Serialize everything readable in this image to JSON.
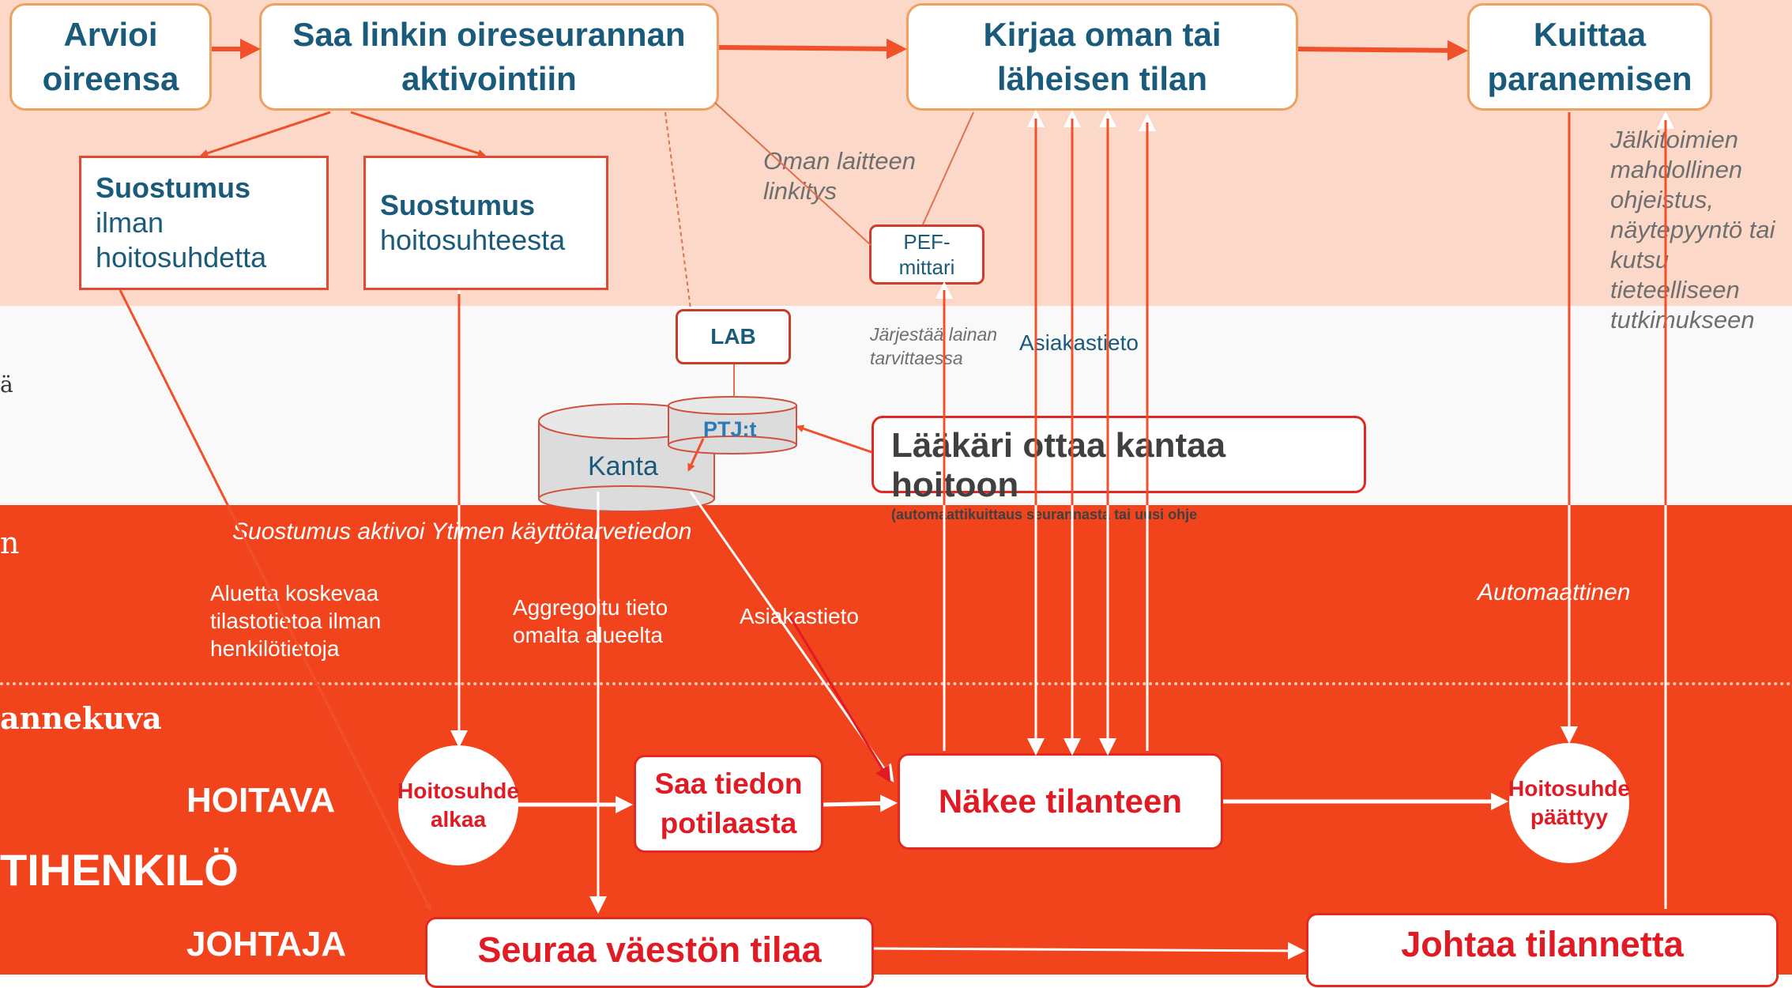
{
  "top": {
    "arvioi": "Arvioi\noireensa",
    "saa_linkin": "Saa linkin oireseurannan\naktivointiin",
    "kirjaa": "Kirjaa oman tai\nläheisen tilan",
    "kuittaa": "Kuittaa\nparanemisen"
  },
  "consent": {
    "ilman_title": "Suostumus",
    "ilman_body": "ilman\nhoitosuhdetta",
    "hoito_title": "Suostumus",
    "hoito_body": "hoitosuhteesta"
  },
  "labels": {
    "oman_laitteen": "Oman laitteen\nlinkitys",
    "pef": "PEF-\nmittari",
    "jalkitoimien": "Jälkitoimien\nmahdollinen\nohjeistus,\nnäytepyyntö tai\nkutsu\ntieteelliseen\ntutkimukseen",
    "lab": "LAB",
    "ptj": "PTJ:t",
    "kanta": "Kanta",
    "jarjestaa": "Järjestää lainan\ntarvittaessa",
    "asiakastieto_top": "Asiakastieto",
    "suostumus_aktivoi": "Suostumus aktivoi Ytimen käyttötarvetiedon",
    "alueetta": "Aluetta koskevaa\ntilastotietoa ilman\nhenkilötietoja",
    "aggregoitu": "Aggregoitu tieto\nomalta alueelta",
    "asiakastieto_low": "Asiakastieto",
    "automaattinen": "Automaattinen"
  },
  "doctor": {
    "title": "Lääkäri ottaa kantaa hoitoon",
    "subtitle": "(automaattikuittaus seurannasta tai uusi ohje"
  },
  "edge": {
    "a": "ä",
    "n": "n",
    "annekuva": "annekuva",
    "tihenkilo": "TIHENKILÖ"
  },
  "roles": {
    "hoitava": "HOITAVA",
    "johtaja": "JOHTAJA"
  },
  "flow": {
    "hoitosuhde_alkaa": "Hoitosuhde\nalkaa",
    "saa_tiedon": "Saa tiedon\npotilaasta",
    "nakee": "Näkee tilanteen",
    "hoitosuhde_paattyy": "Hoitosuhde\npäättyy",
    "seuraa": "Seuraa väestön tilaa",
    "johtaa": "Johtaa tilannetta"
  },
  "colors": {
    "top_band": "#fbd8c8",
    "mid_band": "#f9f9f9",
    "red_band": "#f1441d",
    "arrow": "#f0502a",
    "text_blue": "#1a5a7a",
    "text_red": "#e01b24"
  }
}
